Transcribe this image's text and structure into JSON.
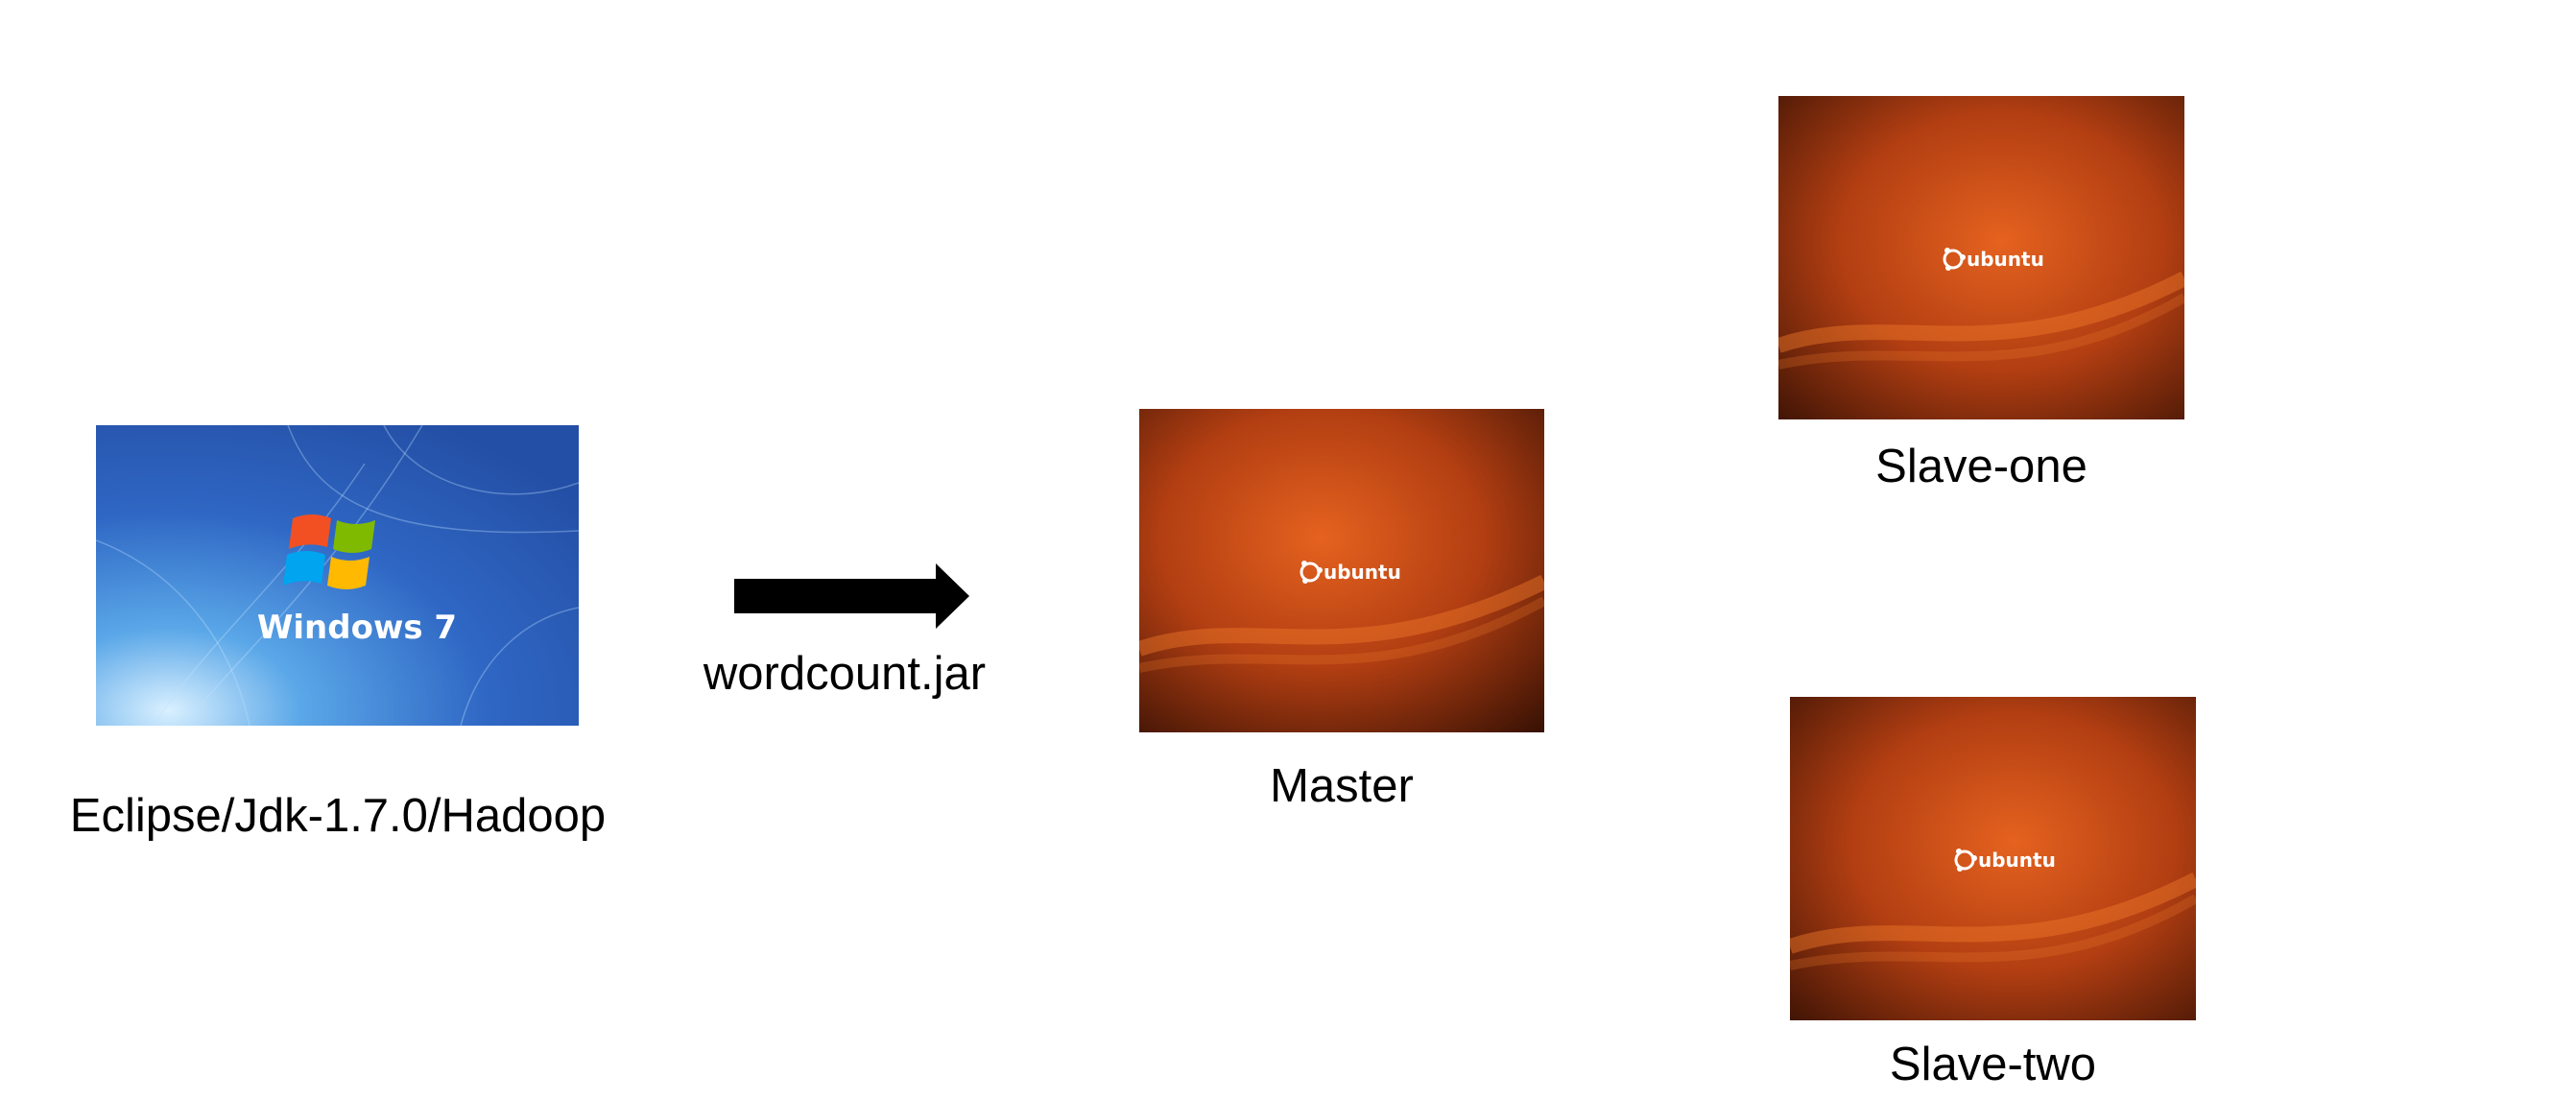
{
  "client": {
    "image_label": "Windows 7",
    "caption": "Eclipse/Jdk-1.7.0/Hadoop",
    "icon": "windows-7-desktop"
  },
  "transfer": {
    "label": "wordcount.jar",
    "icon": "right-arrow"
  },
  "master": {
    "image_label": "ubuntu",
    "caption": "Master",
    "icon": "ubuntu-desktop"
  },
  "slaves": [
    {
      "image_label": "ubuntu",
      "caption": "Slave-one",
      "icon": "ubuntu-desktop"
    },
    {
      "image_label": "ubuntu",
      "caption": "Slave-two",
      "icon": "ubuntu-desktop"
    }
  ],
  "colors": {
    "windows_blue": "#2a5db8",
    "ubuntu_orange": "#d4501a",
    "ubuntu_dark": "#3a1204",
    "arrow": "#000000",
    "text": "#000000"
  }
}
